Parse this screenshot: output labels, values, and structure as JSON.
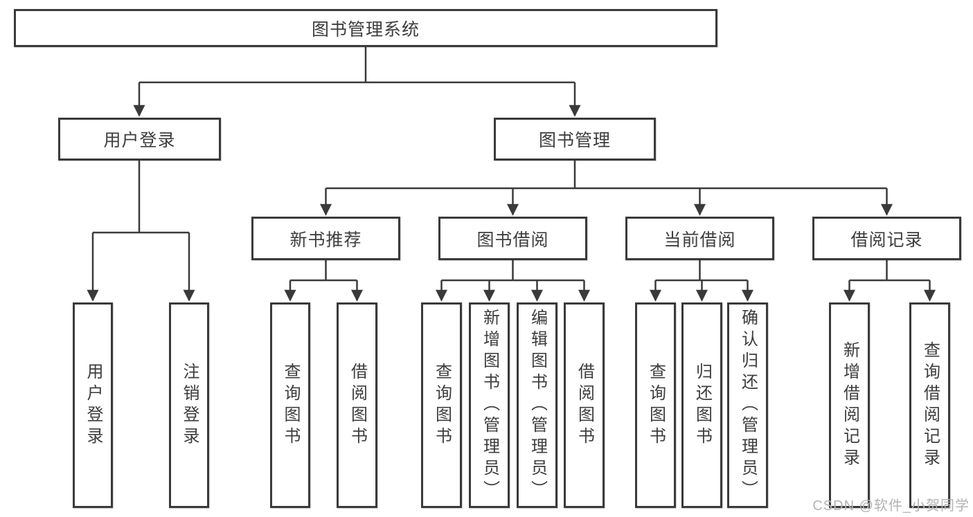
{
  "diagram": {
    "root": "图书管理系统",
    "branches": [
      {
        "label": "用户登录",
        "leaves": [
          "用户登录",
          "注销登录"
        ]
      },
      {
        "label": "图书管理",
        "groups": [
          {
            "label": "新书推荐",
            "leaves": [
              "查询图书",
              "借阅图书"
            ]
          },
          {
            "label": "图书借阅",
            "leaves": [
              "查询图书",
              "新增图书（管理员）",
              "编辑图书（管理员）",
              "借阅图书"
            ]
          },
          {
            "label": "当前借阅",
            "leaves": [
              "查询图书",
              "归还图书",
              "确认归还（管理员）"
            ]
          },
          {
            "label": "借阅记录",
            "leaves": [
              "新增借阅记录",
              "查询借阅记录"
            ]
          }
        ]
      }
    ]
  },
  "watermark": "CSDN @软件_小贺同学",
  "colors": {
    "line": "#3a3a3a",
    "text": "#3d3d3d",
    "background": "#ffffff",
    "watermark": "#b3b3b3"
  }
}
